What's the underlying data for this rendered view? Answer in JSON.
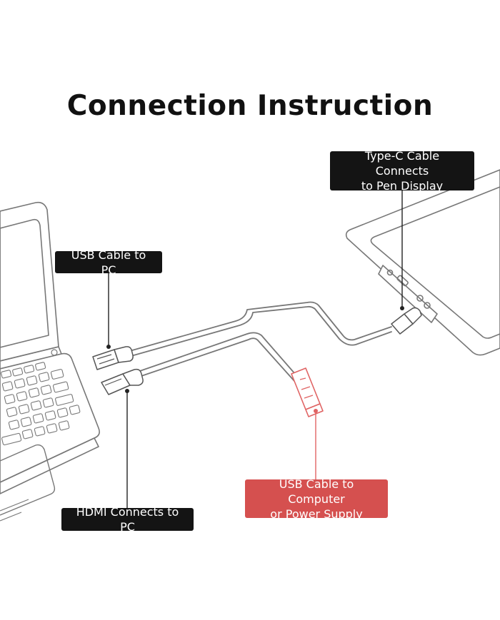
{
  "title": "Connection Instruction",
  "callouts": {
    "type_c": "Type-C Cable Connects\nto Pen Display",
    "usb_pc": "USB Cable to PC",
    "usb_power": "USB Cable to Computer\nor Power Supply",
    "hdmi": "HDMI Connects to PC"
  },
  "colors": {
    "line": "#777777",
    "callout_dark": "#141414",
    "callout_red": "#d5504f",
    "usb_red": "#e06464"
  }
}
